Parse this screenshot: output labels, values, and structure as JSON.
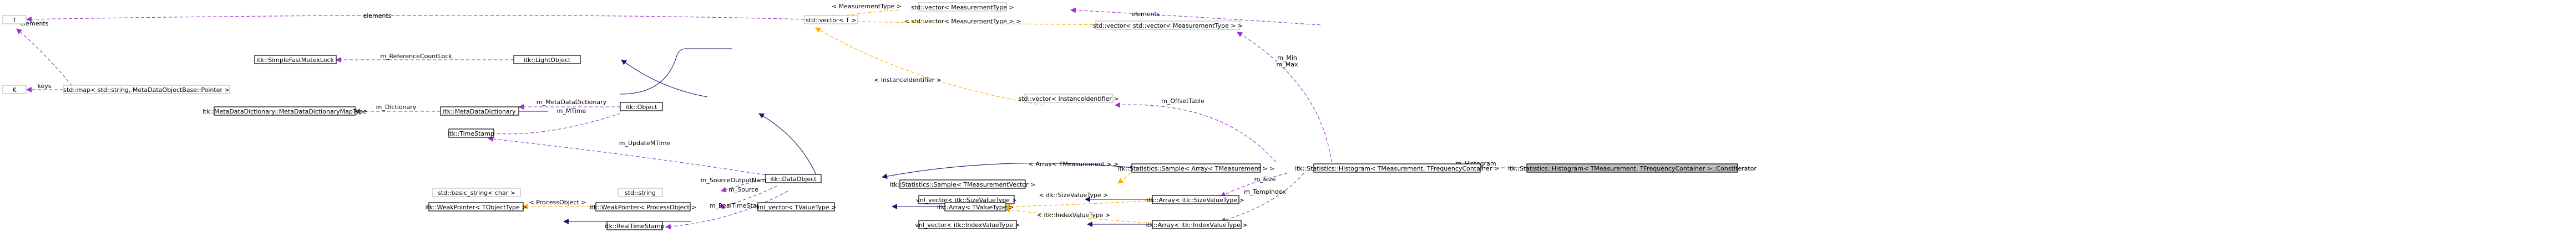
{
  "nodes": {
    "T": "T",
    "K": "K",
    "map": "std::map< std::string, MetaDataObjectBase::Pointer >",
    "mdd_map": "itk::MetaDataDictionary::MetaDataDictionaryMapType",
    "mdd": "itk::MetaDataDictionary",
    "sfml": "itk::SimpleFastMutexLock",
    "lightobj": "itk::LightObject",
    "object": "itk::Object",
    "timestamp": "itk::TimeStamp",
    "dataobject": "itk::DataObject",
    "basic_string": "std::basic_string< char >",
    "string": "std::string",
    "wp_tobj": "itk::WeakPointer< TObjectType >",
    "wp_po": "itk::WeakPointer< ProcessObject >",
    "realtimestamp": "itk::RealTimeStamp",
    "vector_t": "std::vector< T >",
    "vec_mt": "std::vector< MeasurementType >",
    "vec_vec_mt": "std::vector< std::vector< MeasurementType > >",
    "vec_inst": "std::vector< InstanceIdentifier >",
    "sample_vec": "itk::Statistics::Sample< TMeasurementVector >",
    "sample_array": "itk::Statistics::Sample< Array< TMeasurement > >",
    "histogram": "itk::Statistics::Histogram< TMeasurement, TFrequencyContainer >",
    "const_iter": "itk::Statistics::Histogram< TMeasurement, TFrequencyContainer >::ConstIterator",
    "vnl_size": "vnl_vector< itk::SizeValueType >",
    "vnl_t": "vnl_vector< TValueType >",
    "array_t": "itk::Array< TValueType >",
    "array_size": "itk::Array< itk::SizeValueType >",
    "vnl_index": "vnl_vector< itk::IndexValueType >",
    "array_index": "itk::Array< itk::IndexValueType >"
  },
  "edge_labels": {
    "elements_t": "elements",
    "keys": "keys",
    "elements_vec": "elements",
    "refcountlock": "m_ReferenceCountLock",
    "dictionary": "m_Dictionary",
    "metadatadict": "m_MetaDataDictionary",
    "mtime": "m_MTime",
    "updatemtime": "m_UpdateMTime",
    "sourceoutputname": "m_SourceOutputName",
    "source": "m_Source",
    "realtimestamp": "m_RealTimeStamp",
    "processobject": "< ProcessObject >",
    "measurementtype": "< MeasurementType >",
    "vec_measurementtype": "< std::vector< MeasurementType > >",
    "instanceidentifier": "< InstanceIdentifier >",
    "offsettable": "m_OffsetTable",
    "minmax_1": "m_Min",
    "minmax_2": "m_Max",
    "array_tmeasurement": "< Array< TMeasurement > >",
    "size": "m_Size",
    "tempindex": "m_TempIndex",
    "sizevaluetype": "< itk::SizeValueType >",
    "indexvaluetype": "< itk::IndexValueType >",
    "histogram": "m_Histogram"
  },
  "colors": {
    "inheritance": "#191970",
    "usage": "#9a32cd",
    "template": "#ffa500",
    "focus_fill": "#bfbfbf"
  }
}
